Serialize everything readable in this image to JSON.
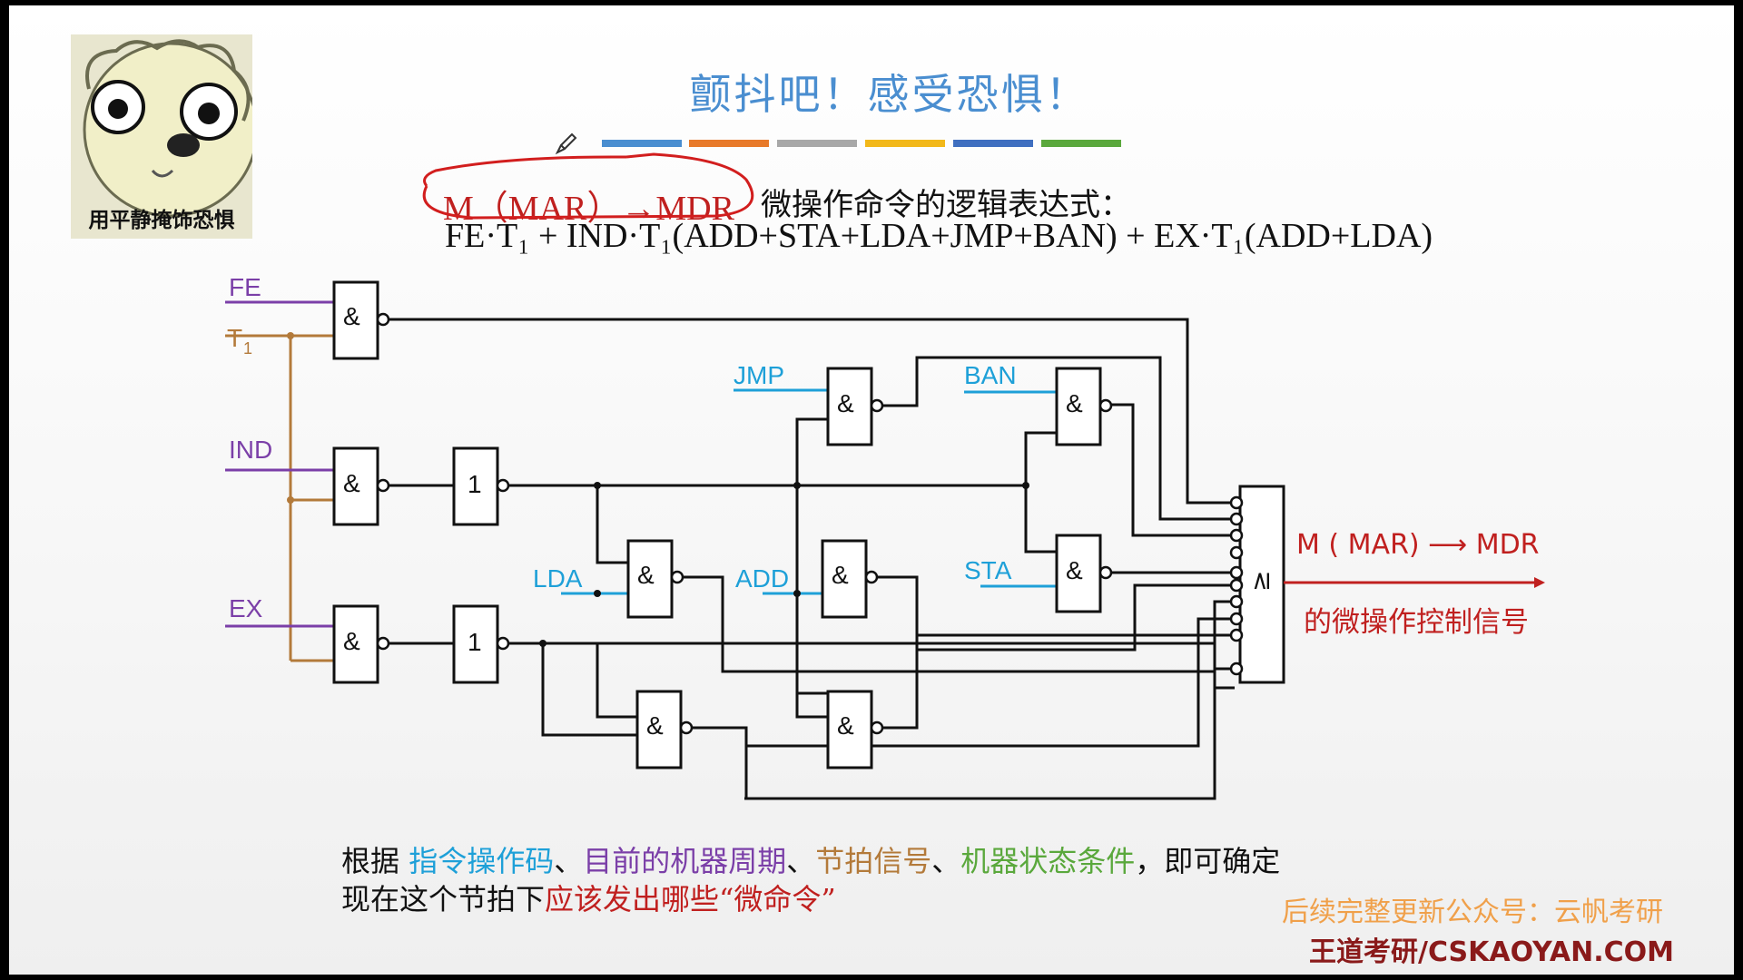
{
  "slide": {
    "title": "颤抖吧！感受恐惧！",
    "sticker_caption": "用平静掩饰恐惧",
    "color_bars": [
      "#4a8ed0",
      "#e87a2a",
      "#a8a8a8",
      "#f2b81a",
      "#3f6fc0",
      "#5aa83c"
    ]
  },
  "expression": {
    "label": "M（MAR）→MDR",
    "intro": "微操作命令的逻辑表达式：",
    "formula": "FE·T₁ + IND·T₁(ADD+STA+LDA+JMP+BAN) + EX·T₁(ADD+LDA)"
  },
  "circuit": {
    "inputs": {
      "fe": "FE",
      "t1": "T",
      "t1_sub": "1",
      "ind": "IND",
      "ex": "EX"
    },
    "instr_inputs": {
      "jmp": "JMP",
      "ban": "BAN",
      "lda": "LDA",
      "add": "ADD",
      "sta": "STA"
    },
    "and_symbol": "&",
    "not_symbol": "1",
    "or_symbol": "≥",
    "output_line1": "M ( MAR)  ⟶  MDR",
    "output_line2": "的微操作控制信号",
    "colors": {
      "state": "#7b3fa8",
      "clock": "#b37a3a",
      "instr": "#1ea0d8",
      "output": "#c0201f"
    }
  },
  "note": {
    "l1_a": "根据 ",
    "l1_b": "指令操作码",
    "l1_c": "、",
    "l1_d": "目前的机器周期",
    "l1_e": "、",
    "l1_f": "节拍信号",
    "l1_g": "、",
    "l1_h": "机器状态条件",
    "l1_i": "，即可确定",
    "l2_a": "现在这个节拍下",
    "l2_b": "应该发出哪些“微命令”",
    "colors": {
      "opcode": "#1ea0d8",
      "cycle": "#7b3fa8",
      "beat": "#b37a3a",
      "state": "#5aa83c",
      "emph": "#c0201f"
    }
  },
  "watermark": {
    "line1": "后续完整更新公众号：云帆考研",
    "line2": "王道考研/CSKAOYAN.COM"
  }
}
